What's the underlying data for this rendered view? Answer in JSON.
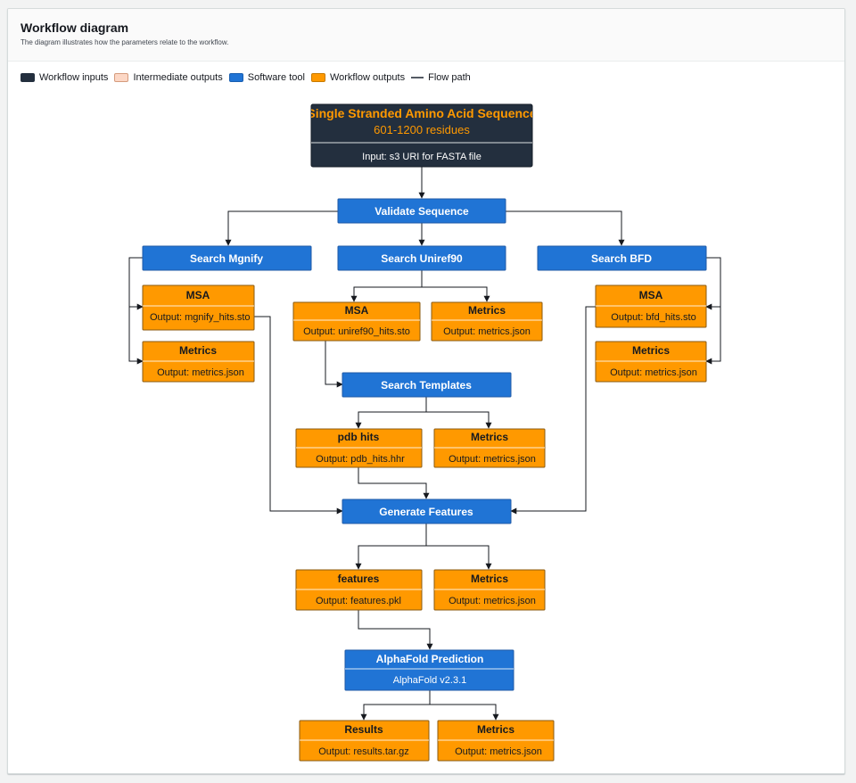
{
  "header": {
    "title": "Workflow diagram",
    "description": "The diagram illustrates how the parameters relate to the workflow."
  },
  "legend": [
    {
      "label": "Workflow inputs",
      "color": "#232f3e"
    },
    {
      "label": "Intermediate outputs",
      "color": "#fcd7c5"
    },
    {
      "label": "Software tool",
      "color": "#2074d5"
    },
    {
      "label": "Workflow outputs",
      "color": "#ff9900"
    },
    {
      "label": "Flow path",
      "color": "#545b64"
    }
  ],
  "colors": {
    "workflow_input": "#232f3e",
    "software_tool": "#2074d5",
    "workflow_output": "#ff9900",
    "input_title_text": "#ff9900"
  },
  "input": {
    "title": "Single Stranded Amino Acid Sequence",
    "subtitle": "601-1200 residues",
    "detail": "Input: s3 URI for FASTA file"
  },
  "tools": {
    "validate": "Validate Sequence",
    "mgnify": "Search Mgnify",
    "uniref90": "Search Uniref90",
    "bfd": "Search BFD",
    "templates": "Search Templates",
    "features": "Generate Features",
    "alphafold": "AlphaFold Prediction",
    "alphafold_version": "AlphaFold v2.3.1"
  },
  "outputs": {
    "mgnify_msa": {
      "title": "MSA",
      "detail": "Output: mgnify_hits.sto"
    },
    "mgnify_metrics": {
      "title": "Metrics",
      "detail": "Output: metrics.json"
    },
    "uniref_msa": {
      "title": "MSA",
      "detail": "Output: uniref90_hits.sto"
    },
    "uniref_metrics": {
      "title": "Metrics",
      "detail": "Output: metrics.json"
    },
    "bfd_msa": {
      "title": "MSA",
      "detail": "Output: bfd_hits.sto"
    },
    "bfd_metrics": {
      "title": "Metrics",
      "detail": "Output: metrics.json"
    },
    "pdb_hits": {
      "title": "pdb hits",
      "detail": "Output: pdb_hits.hhr"
    },
    "templates_metrics": {
      "title": "Metrics",
      "detail": "Output: metrics.json"
    },
    "features": {
      "title": "features",
      "detail": "Output: features.pkl"
    },
    "features_metrics": {
      "title": "Metrics",
      "detail": "Output: metrics.json"
    },
    "results": {
      "title": "Results",
      "detail": "Output: results.tar.gz"
    },
    "results_metrics": {
      "title": "Metrics",
      "detail": "Output: metrics.json"
    }
  }
}
